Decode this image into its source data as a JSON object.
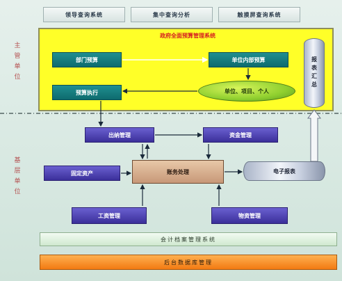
{
  "top_buttons": [
    "领导查询系统",
    "集中查询分析",
    "触摸屏查询系统"
  ],
  "side_labels": {
    "upper": "主管单位",
    "lower": "基层单位"
  },
  "upper": {
    "title": "政府全面预算管理系统",
    "dept_budget": "部门预算",
    "unit_budget": "单位内部预算",
    "budget_exec": "预算执行",
    "unit_project": "单位、项目、个人",
    "report_summary": "报表汇总"
  },
  "lower": {
    "payments": "出纳管理",
    "funds": "资金管理",
    "fixed_assets": "固定资产",
    "accounting": "账务处理",
    "e_report": "电子报表",
    "payroll": "工资管理",
    "materials": "物资管理"
  },
  "bottom_bars": {
    "archive": "会计档案管理系统",
    "database": "后台数据库管理"
  },
  "colors": {
    "yellow_zone": "#ffff28",
    "teal": "#0e6b6e",
    "purple": "#3b2f9a",
    "orange": "#f27a12",
    "green_ellipse": "#8fcf2f"
  }
}
